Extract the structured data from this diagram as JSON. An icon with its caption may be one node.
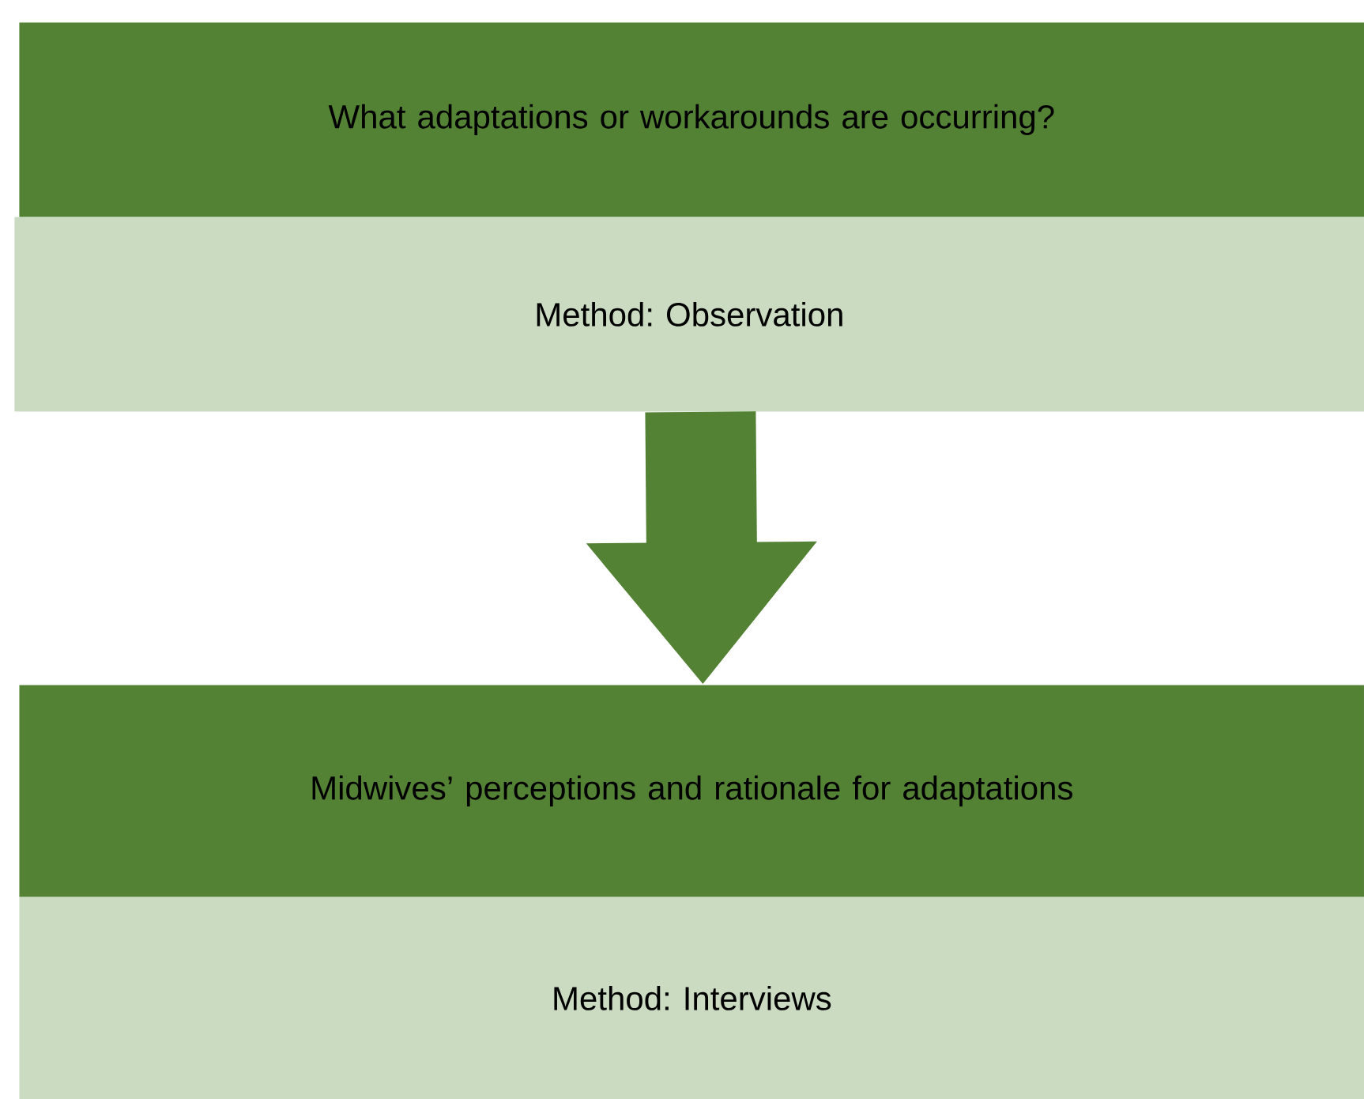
{
  "diagram": {
    "nodes": [
      {
        "text": [
          "What adaptations or workarounds are occurring?"
        ]
      },
      {
        "text": [
          "Method: Observation"
        ]
      },
      {
        "text": [
          "Midwives’ perceptions and rationale for adaptations"
        ]
      },
      {
        "text": [
          "Method: Interviews"
        ]
      }
    ],
    "edges": [
      {
        "from": 1,
        "to": 2,
        "arrow": "to"
      }
    ]
  }
}
